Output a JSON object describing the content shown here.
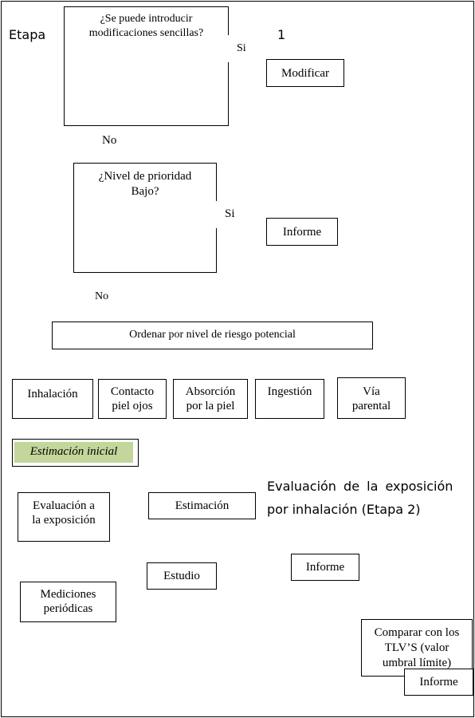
{
  "stage": {
    "label": "Etapa",
    "number": "1"
  },
  "question1": {
    "text": "¿Se puede introducir\nmodificaciones sencillas?",
    "yes_label": "Si",
    "no_label": "No"
  },
  "modify_box": "Modificar",
  "question2": {
    "text": "¿Nivel de prioridad\nBajo?",
    "yes_label": "Si",
    "no_label": "No"
  },
  "report_box_1": "Informe",
  "order_box": "Ordenar por nivel de riesgo potencial",
  "routes": [
    "Inhalación",
    "Contacto\npiel ojos",
    "Absorción\npor la piel",
    "Ingestión",
    "Vía\nparental"
  ],
  "initial_estimation": {
    "text": "Estimación inicial",
    "highlight_color": "#c3d69b"
  },
  "exposure_eval_box": "Evaluación a\nla exposición",
  "estimation_box": "Estimación",
  "inhalation_heading": {
    "line1": "Evaluación de la exposición",
    "line2": "por inhalación (Etapa 2)"
  },
  "study_box": "Estudio",
  "report_box_2": "Informe",
  "periodic_box": "Mediciones\nperiódicas",
  "compare_box": "Comparar con los\nTLV’S (valor\numbral límite)",
  "report_box_3": "Informe"
}
